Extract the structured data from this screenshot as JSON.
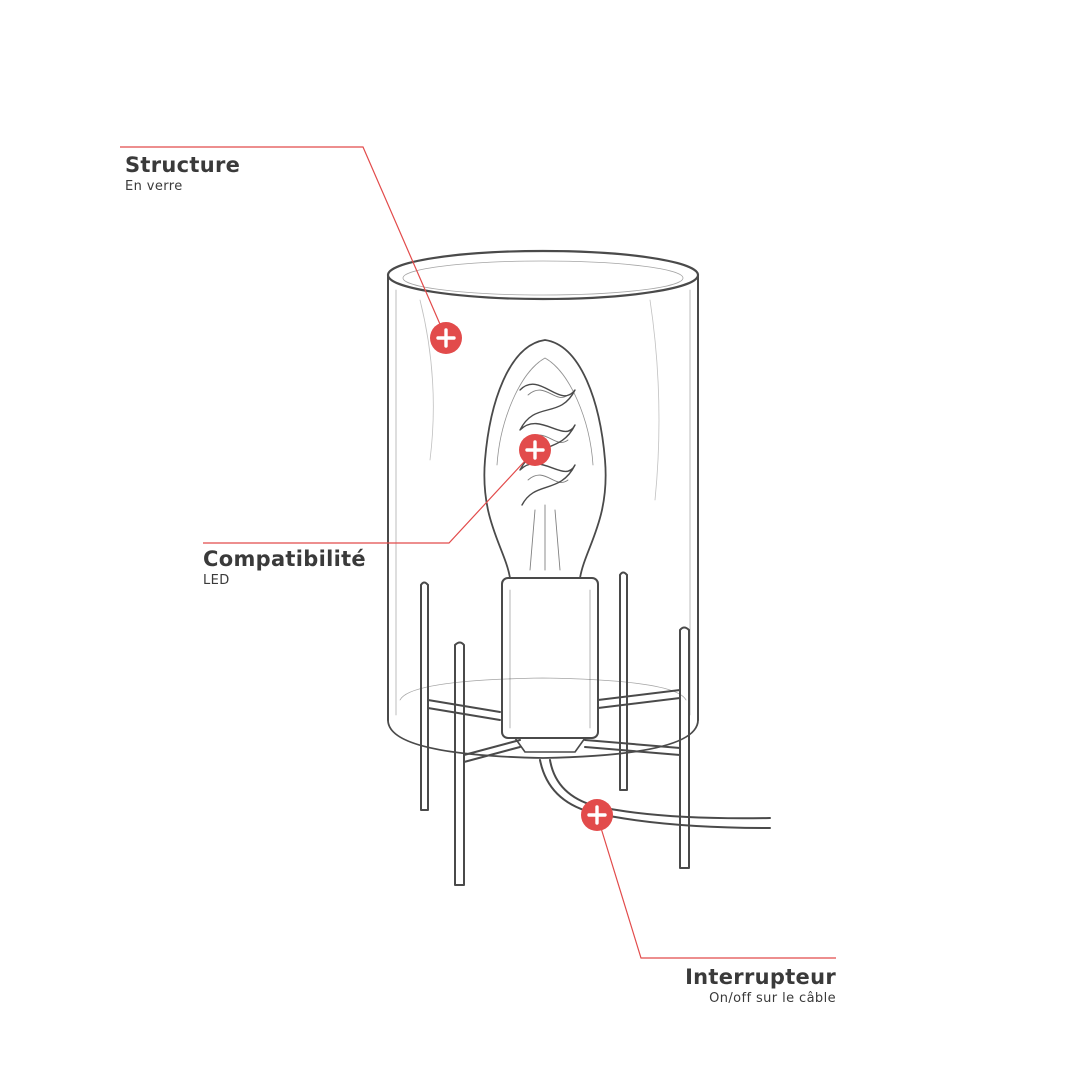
{
  "colors": {
    "accent": "#e24b4b",
    "sketch": "#4a4a4a",
    "text": "#3a3a3a"
  },
  "callouts": [
    {
      "id": "structure",
      "title": "Structure",
      "subtitle": "En verre",
      "icon": "plus-icon"
    },
    {
      "id": "compat",
      "title": "Compatibilité",
      "subtitle": "LED",
      "icon": "plus-icon"
    },
    {
      "id": "switch",
      "title": "Interrupteur",
      "subtitle": "On/off sur le câble",
      "icon": "plus-icon"
    }
  ]
}
